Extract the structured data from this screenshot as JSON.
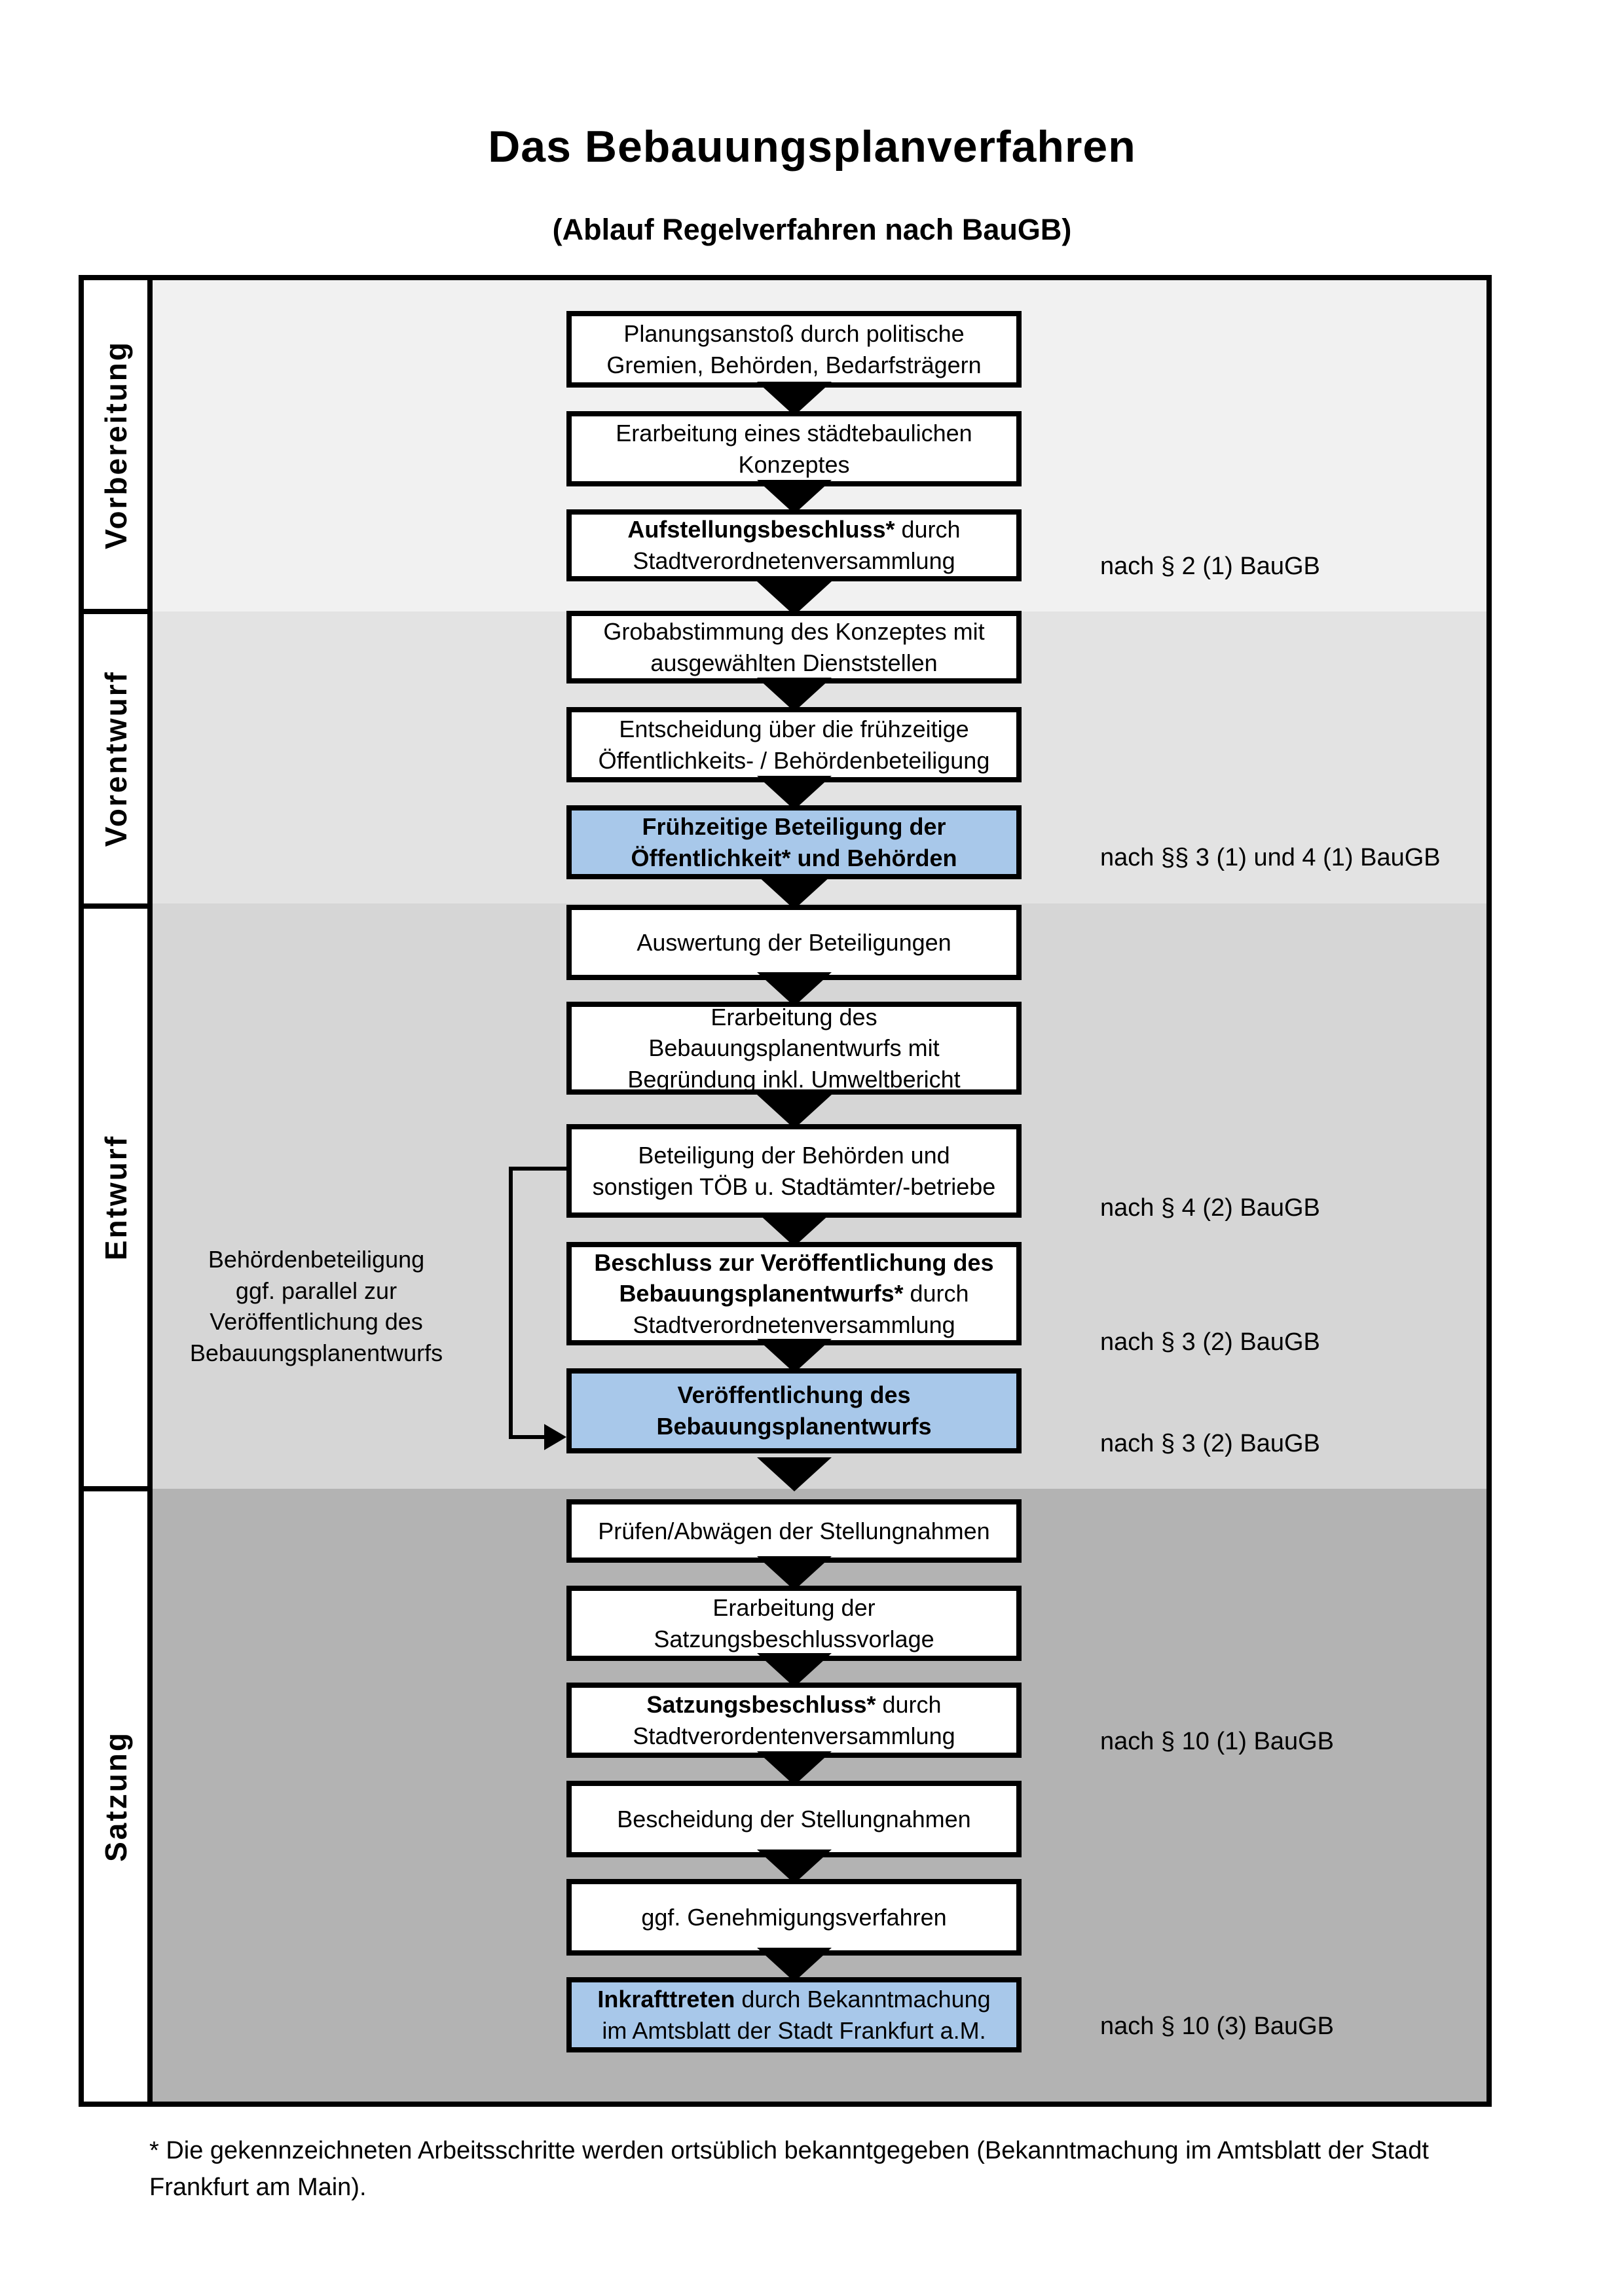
{
  "title": "Das Bebauungsplanverfahren",
  "subtitle": "(Ablauf Regelverfahren nach BauGB)",
  "phases": [
    {
      "label": "Vorbereitung"
    },
    {
      "label": "Vorentwurf"
    },
    {
      "label": "Entwurf"
    },
    {
      "label": "Satzung"
    }
  ],
  "steps": [
    {
      "segments": [
        {
          "text": "Planungsanstoß durch politische Gremien, Behörden, Bedarfsträgern",
          "bold": false
        }
      ],
      "highlight": false
    },
    {
      "segments": [
        {
          "text": "Erarbeitung eines städtebaulichen Konzeptes",
          "bold": false
        }
      ],
      "highlight": false
    },
    {
      "segments": [
        {
          "text": "Aufstellungsbeschluss*",
          "bold": true
        },
        {
          "text": " durch Stadtverordnetenversammlung",
          "bold": false
        }
      ],
      "highlight": false
    },
    {
      "segments": [
        {
          "text": "Grobabstimmung des Konzeptes mit ausgewählten Dienststellen",
          "bold": false
        }
      ],
      "highlight": false
    },
    {
      "segments": [
        {
          "text": "Entscheidung über die frühzeitige Öffentlichkeits- / Behördenbeteiligung",
          "bold": false
        }
      ],
      "highlight": false
    },
    {
      "segments": [
        {
          "text": "Frühzeitige Beteiligung der Öffentlichkeit* und Behörden",
          "bold": true
        }
      ],
      "highlight": true
    },
    {
      "segments": [
        {
          "text": "Auswertung der Beteiligungen",
          "bold": false
        }
      ],
      "highlight": false
    },
    {
      "segments": [
        {
          "text": "Erarbeitung des Bebauungsplanentwurfs mit Begründung inkl. Umweltbericht",
          "bold": false
        }
      ],
      "highlight": false
    },
    {
      "segments": [
        {
          "text": "Beteiligung der Behörden und sonstigen TÖB u. Stadtämter/-betriebe",
          "bold": false
        }
      ],
      "highlight": false
    },
    {
      "segments": [
        {
          "text": "Beschluss zur Veröffentlichung des Bebauungsplanentwurfs*",
          "bold": true
        },
        {
          "text": " durch Stadtverordnetenversammlung",
          "bold": false
        }
      ],
      "highlight": false
    },
    {
      "segments": [
        {
          "text": "Veröffentlichung des Bebauungsplanentwurfs",
          "bold": true
        }
      ],
      "highlight": true
    },
    {
      "segments": [
        {
          "text": "Prüfen/Abwägen der Stellungnahmen",
          "bold": false
        }
      ],
      "highlight": false
    },
    {
      "segments": [
        {
          "text": "Erarbeitung der Satzungsbeschlussvorlage",
          "bold": false
        }
      ],
      "highlight": false
    },
    {
      "segments": [
        {
          "text": "Satzungsbeschluss*",
          "bold": true
        },
        {
          "text": " durch Stadtverordentenversammlung",
          "bold": false
        }
      ],
      "highlight": false
    },
    {
      "segments": [
        {
          "text": "Bescheidung der Stellungnahmen",
          "bold": false
        }
      ],
      "highlight": false
    },
    {
      "segments": [
        {
          "text": "ggf. Genehmigungsverfahren",
          "bold": false
        }
      ],
      "highlight": false
    },
    {
      "segments": [
        {
          "text": "Inkrafttreten",
          "bold": true
        },
        {
          "text": " durch Bekanntmachung im Amtsblatt der Stadt Frankfurt a.M.",
          "bold": false
        }
      ],
      "highlight": true
    }
  ],
  "legal_refs": [
    {
      "text": "nach § 2 (1) BauGB"
    },
    {
      "text": "nach §§ 3 (1) und 4 (1) BauGB"
    },
    {
      "text": "nach § 4 (2) BauGB"
    },
    {
      "text": "nach § 3 (2) BauGB"
    },
    {
      "text": "nach § 3 (2) BauGB"
    },
    {
      "text": "nach § 10 (1) BauGB"
    },
    {
      "text": "nach § 10 (3) BauGB"
    }
  ],
  "side_note": {
    "lines": [
      "Behördenbeteiligung",
      "ggf. parallel zur",
      "Veröffentlichung des",
      "Bebauungsplanentwurfs"
    ]
  },
  "footnote": "* Die gekennzeichneten Arbeitsschritte werden ortsüblich bekanntgegeben (Bekanntmachung im Amtsblatt der Stadt Frankfurt am Main).",
  "colors": {
    "phase_backgrounds": [
      "#f1f1f1",
      "#e3e3e3",
      "#d6d6d6",
      "#b3b3b3"
    ],
    "highlight_box": "#a8c8ea",
    "line": "#000000"
  }
}
